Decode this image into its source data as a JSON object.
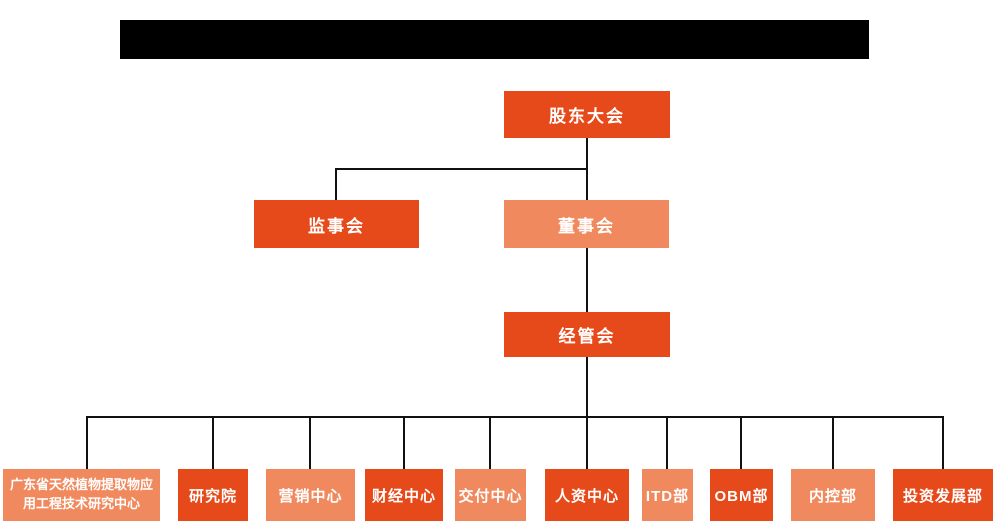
{
  "colors": {
    "dark_orange": "#E74A1A",
    "light_orange": "#F08A5E",
    "line": "#111111",
    "text": "#FFFFFF",
    "redaction_bar": "#000000"
  },
  "chart": {
    "type": "org-chart",
    "nodes": {
      "shareholders": {
        "label": "股东大会",
        "tone": "dark",
        "parent": null
      },
      "supervisory": {
        "label": "监事会",
        "tone": "dark",
        "parent": "股东大会"
      },
      "board": {
        "label": "董事会",
        "tone": "light",
        "parent": "股东大会"
      },
      "management": {
        "label": "经管会",
        "tone": "dark",
        "parent": "董事会"
      },
      "departments": [
        {
          "label": "广东省天然植物提取物应用工程技术研究中心",
          "tone": "light",
          "parent": "经管会"
        },
        {
          "label": "研究院",
          "tone": "dark",
          "parent": "经管会"
        },
        {
          "label": "营销中心",
          "tone": "light",
          "parent": "经管会"
        },
        {
          "label": "财经中心",
          "tone": "dark",
          "parent": "经管会"
        },
        {
          "label": "交付中心",
          "tone": "light",
          "parent": "经管会"
        },
        {
          "label": "人资中心",
          "tone": "dark",
          "parent": "经管会"
        },
        {
          "label": "ITD部",
          "tone": "light",
          "parent": "经管会"
        },
        {
          "label": "OBM部",
          "tone": "dark",
          "parent": "经管会"
        },
        {
          "label": "内控部",
          "tone": "light",
          "parent": "经管会"
        },
        {
          "label": "投资发展部",
          "tone": "dark",
          "parent": "经管会"
        }
      ]
    }
  }
}
